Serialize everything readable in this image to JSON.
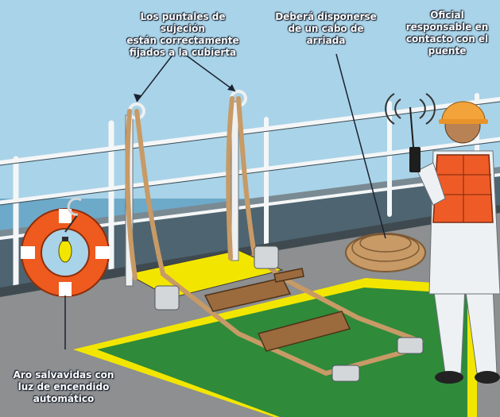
{
  "labels": {
    "stanchions": "Los puntales de sujeción\nestán correctamente\nfijados a la cubierta",
    "rope": "Deberá disponerse\nde un cabo de\narriada",
    "officer": "Oficial\nresponsable en\ncontacto con el\npuente",
    "lifebuoy": "Aro salvavidas con\nluz de encendido\nautomático"
  },
  "colors": {
    "sky": "#a9d3e8",
    "sea": "#6da9c9",
    "deck": "#8d8f90",
    "green_zone": "#2f8a3a",
    "safety_yellow": "#f2e600",
    "lifebuoy_orange": "#ef5a1f",
    "vest_orange": "#ee5b26",
    "helmet": "#f2a33a",
    "rope": "#c79a66",
    "wood": "#9c6b3d"
  }
}
